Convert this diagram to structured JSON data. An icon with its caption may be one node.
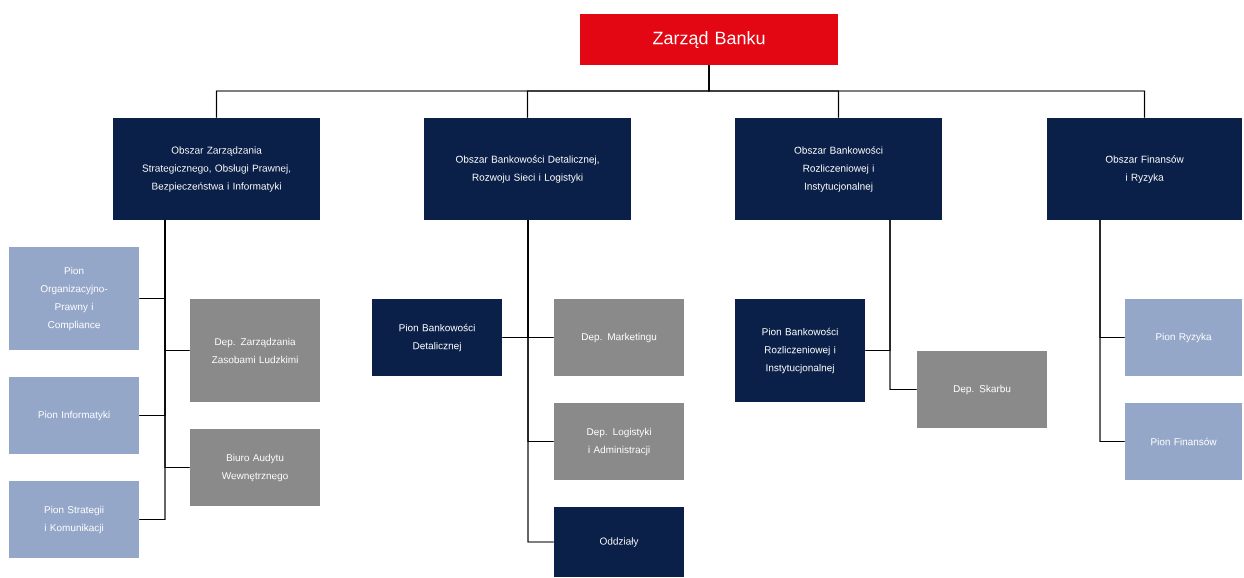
{
  "diagram": {
    "nodes": [
      {
        "text": [
          "Zarząd Banku"
        ]
      },
      {
        "text": [
          "Obszar Zarządzania Strategicznego, Obsługi Prawnej, Bezpieczeństwa i Informatyki"
        ]
      },
      {
        "text": [
          "Obszar Bankowości Detalicznej, Rozwoju Sieci i Logistyki"
        ]
      },
      {
        "text": [
          "Obszar Bankowości Rozliczeniowej i Instytucjonalnej"
        ]
      },
      {
        "text": [
          "Obszar Finansów i Ryzyka"
        ]
      },
      {
        "text": [
          "Pion Organizacyjno-Prawny i Compliance"
        ]
      },
      {
        "text": [
          "Dep. Zarządzania Zasobami Ludzkimi"
        ]
      },
      {
        "text": [
          "Pion Informatyki"
        ]
      },
      {
        "text": [
          "Biuro Audytu Wewnętrznego"
        ]
      },
      {
        "text": [
          "Pion Strategii i Komunikacji"
        ]
      },
      {
        "text": [
          "Pion Bankowości Detalicznej"
        ]
      },
      {
        "text": [
          "Dep. Marketingu"
        ]
      },
      {
        "text": [
          "Dep. Logistyki i Administracji"
        ]
      },
      {
        "text": [
          "Oddziały"
        ]
      },
      {
        "text": [
          "Pion Bankowości Rozliczeniowej i Instytucjonalnej"
        ]
      },
      {
        "text": [
          "Dep. Skarbu"
        ]
      },
      {
        "text": [
          "Pion Ryzyka"
        ]
      },
      {
        "text": [
          "Pion Finansów"
        ]
      }
    ],
    "edges": [
      {
        "from": 0,
        "to": 1,
        "arrow": "none"
      },
      {
        "from": 0,
        "to": 2,
        "arrow": "none"
      },
      {
        "from": 0,
        "to": 3,
        "arrow": "none"
      },
      {
        "from": 0,
        "to": 4,
        "arrow": "none"
      },
      {
        "from": 1,
        "to": 5,
        "arrow": "none"
      },
      {
        "from": 1,
        "to": 6,
        "arrow": "none"
      },
      {
        "from": 1,
        "to": 7,
        "arrow": "none"
      },
      {
        "from": 1,
        "to": 8,
        "arrow": "none"
      },
      {
        "from": 1,
        "to": 9,
        "arrow": "none"
      },
      {
        "from": 2,
        "to": 10,
        "arrow": "none"
      },
      {
        "from": 2,
        "to": 11,
        "arrow": "none"
      },
      {
        "from": 2,
        "to": 12,
        "arrow": "none"
      },
      {
        "from": 2,
        "to": 13,
        "arrow": "none"
      },
      {
        "from": 3,
        "to": 14,
        "arrow": "none"
      },
      {
        "from": 3,
        "to": 15,
        "arrow": "none"
      },
      {
        "from": 4,
        "to": 16,
        "arrow": "none"
      },
      {
        "from": 4,
        "to": 17,
        "arrow": "none"
      }
    ]
  }
}
